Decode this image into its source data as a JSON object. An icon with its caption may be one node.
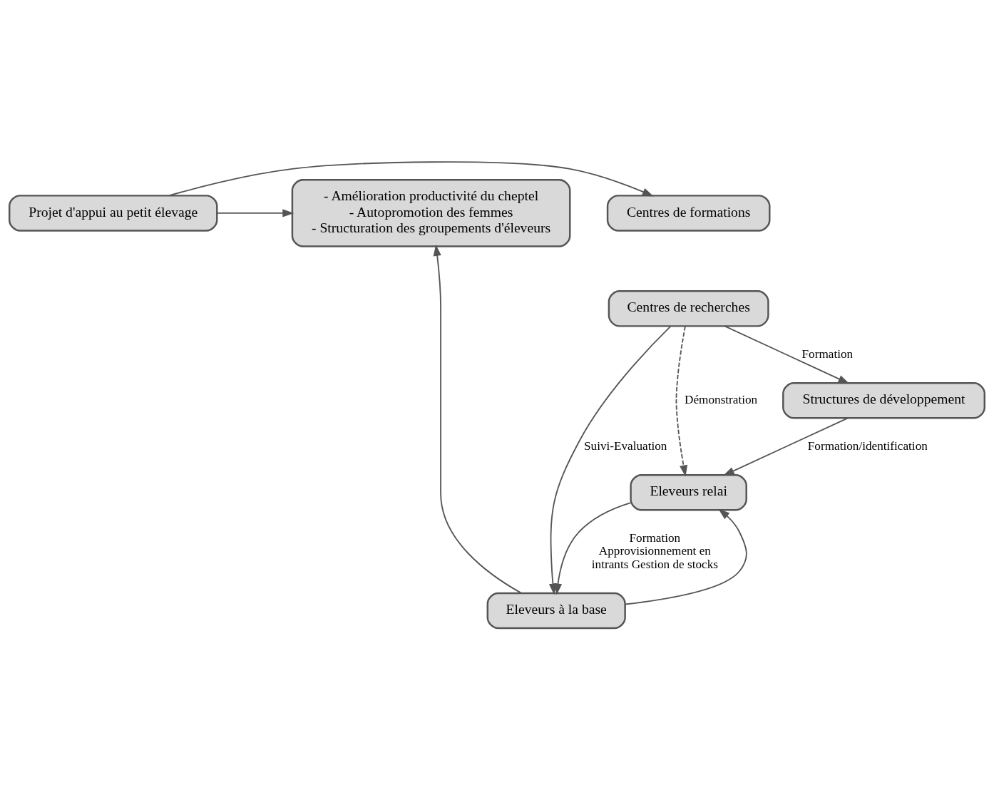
{
  "diagram": {
    "nodes": [
      {
        "text": [
          "Centres de formations"
        ]
      },
      {
        "text": [
          "Centres de recherches"
        ]
      },
      {
        "text": [
          "Projet d'appui au petit élevage"
        ]
      },
      {
        "text": [
          "- Amélioration productivité du cheptel",
          "- Autopromotion des femmes",
          "- Structuration des groupements d'éleveurs"
        ]
      },
      {
        "text": [
          "Structures de développement"
        ]
      },
      {
        "text": [
          "Eleveurs relai"
        ]
      },
      {
        "text": [
          "Eleveurs à la base"
        ]
      }
    ],
    "edges": [
      {
        "from": 2,
        "to": 0,
        "arrow": "to"
      },
      {
        "from": 2,
        "to": 3,
        "arrow": "to"
      },
      {
        "from": 1,
        "to": 4,
        "arrow": "to",
        "label": "Formation"
      },
      {
        "from": 1,
        "to": 5,
        "arrow": "to",
        "label": "Démonstration",
        "style": "dashed"
      },
      {
        "from": 4,
        "to": 5,
        "arrow": "to",
        "label": "Formation/identification"
      },
      {
        "from": 6,
        "to": 5,
        "arrow": "to"
      },
      {
        "from": 5,
        "to": 6,
        "arrow": "to",
        "label": "Formation Approvisionnement en intrants Gestion de stocks"
      },
      {
        "from": 1,
        "to": 6,
        "arrow": "to",
        "label": "Suivi-Evaluation"
      },
      {
        "from": 6,
        "to": 3,
        "arrow": "to"
      }
    ]
  }
}
